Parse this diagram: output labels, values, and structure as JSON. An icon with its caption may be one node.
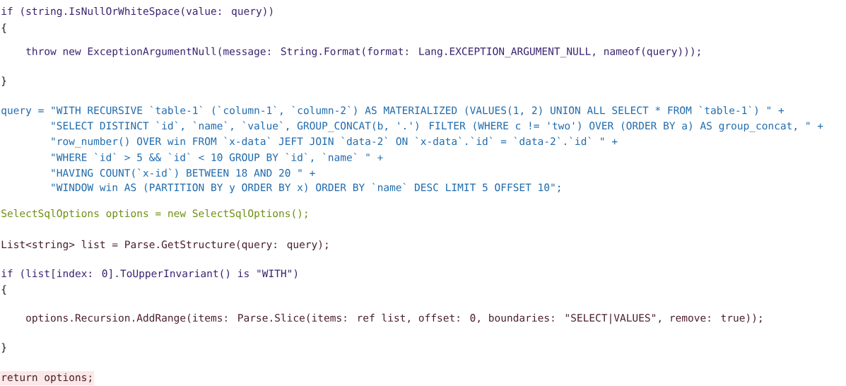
{
  "diagram": {
    "labels": [
      "if (string.IsNullOrWhiteSpace(value: query))",
      "{",
      "throw new ExceptionArgumentNull(message: String.Format(format: Lang.EXCEPTION_ARGUMENT_NULL, nameof(query)));",
      "}",
      "query = \"WITH RECURSIVE `table-1` (`column-1`, `column-2`) AS MATERIALIZED (VALUES(1, 2) UNION ALL SELECT * FROM `table-1`) \" +",
      "\"SELECT DISTINCT `id`, `name`, `value`, GROUP_CONCAT(b, '.') FILTER (WHERE c != 'two') OVER (ORDER BY a) AS group_concat, \" +",
      "\"row_number() OVER win FROM `x-data` JEFT JOIN `data-2` ON `x-data`.`id` = `data-2`.`id` \" +",
      "\"WHERE `id` > 5 && `id` < 10 GROUP BY `id`, `name` \" +",
      "\"HAVING COUNT(`x-id`) BETWEEN 18 AND 20 \" +",
      "\"WINDOW win AS (PARTITION BY y ORDER BY x) ORDER BY `name` DESC LIMIT 5 OFFSET 10\";",
      "SelectSqlOptions options = new SelectSqlOptions();",
      "List<string> list = Parse.GetStructure(query: query);",
      "if (list[index: 0].ToUpperInvariant() is \"WITH\")",
      "{",
      "options.Recursion.AddRange(items: Parse.Slice(items: ref list, offset: 0, boundaries: \"SELECT|VALUES\", remove: true));",
      "}",
      "return options;"
    ]
  }
}
